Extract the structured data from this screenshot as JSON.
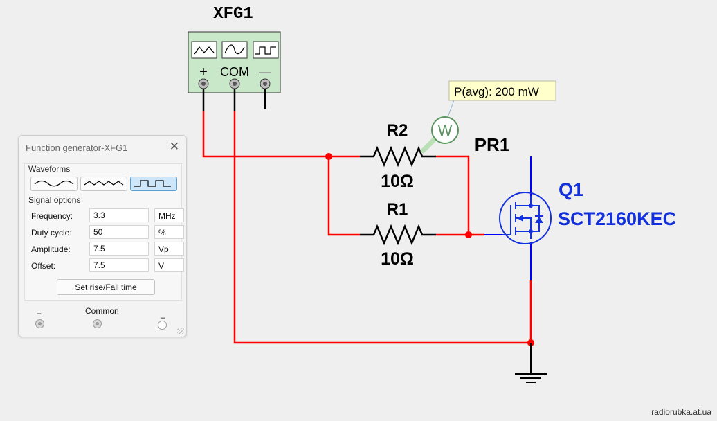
{
  "instrument": {
    "name": "XFG1",
    "plus_label": "+",
    "com_label": "COM",
    "minus_label": "—"
  },
  "components": {
    "r2": {
      "name": "R2",
      "value": "10Ω"
    },
    "r1": {
      "name": "R1",
      "value": "10Ω"
    },
    "probe": {
      "name": "PR1",
      "symbol": "W",
      "tooltip": "P(avg): 200 mW"
    },
    "q1": {
      "name": "Q1",
      "part": "SCT2160KEC"
    }
  },
  "colors": {
    "wire_red": "#ff0000",
    "wire_blue": "#0000ff",
    "part_blue": "#1230dd",
    "ground": "#000000"
  },
  "function_generator": {
    "title": "Function generator-XFG1",
    "close_label": "✕",
    "waveforms_label": "Waveforms",
    "waveform_buttons": [
      "sine",
      "triangle",
      "square"
    ],
    "selected_waveform": "square",
    "signal_options_label": "Signal options",
    "rows": [
      {
        "label": "Frequency:",
        "value": "3.3",
        "unit": "MHz"
      },
      {
        "label": "Duty cycle:",
        "value": "50",
        "unit": "%"
      },
      {
        "label": "Amplitude:",
        "value": "7.5",
        "unit": "Vp"
      },
      {
        "label": "Offset:",
        "value": "7.5",
        "unit": "V"
      }
    ],
    "rise_fall_button": "Set rise/Fall time",
    "terminals": {
      "plus": "+",
      "common": "Common",
      "minus": "_"
    }
  },
  "watermark": "radiorubka.at.ua"
}
